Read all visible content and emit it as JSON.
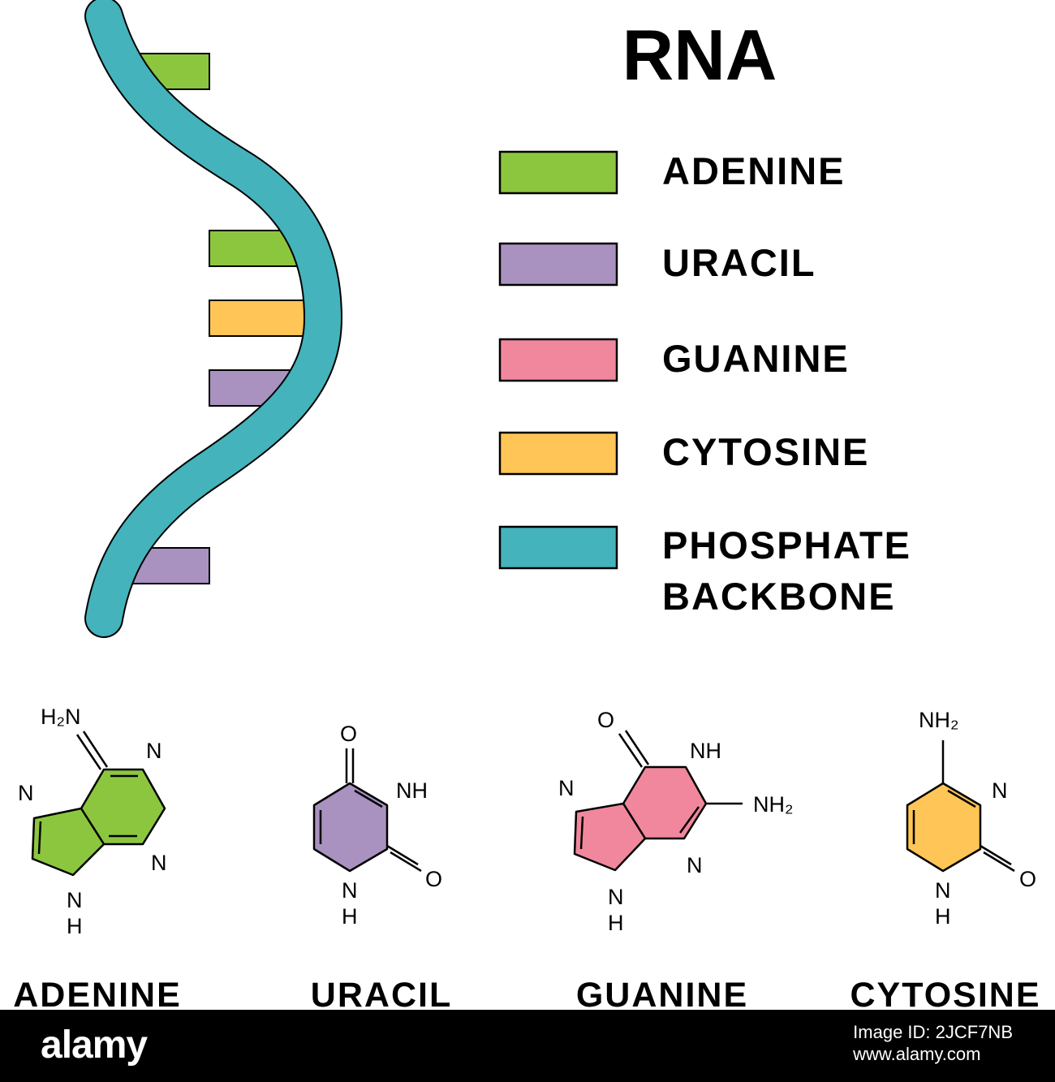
{
  "title": "RNA",
  "colors": {
    "adenine": "#8cc63f",
    "uracil": "#a992c0",
    "guanine": "#f0879d",
    "cytosine": "#ffc556",
    "phosphate_backbone": "#44b3bb",
    "outline": "#000000"
  },
  "legend": [
    {
      "label": "ADENINE",
      "color": "#8cc63f"
    },
    {
      "label": "URACIL",
      "color": "#a992c0"
    },
    {
      "label": "GUANINE",
      "color": "#f0879d"
    },
    {
      "label": "CYTOSINE",
      "color": "#ffc556"
    },
    {
      "label_line1": "PHOSPHATE",
      "label_line2": "BACKBONE",
      "color": "#44b3bb"
    }
  ],
  "molecules": {
    "adenine": {
      "name": "ADENINE",
      "atoms": {
        "h2n": "H₂N",
        "n_top": "N",
        "n_left": "N",
        "n_right": "N",
        "nh_n": "N",
        "nh_h": "H"
      }
    },
    "uracil": {
      "name": "URACIL",
      "atoms": {
        "o_top": "O",
        "nh": "NH",
        "o_right": "O",
        "nh_n": "N",
        "nh_h": "H"
      }
    },
    "guanine": {
      "name": "GUANINE",
      "atoms": {
        "o_top": "O",
        "nh": "NH",
        "nh2": "NH₂",
        "n_left": "N",
        "n_right": "N",
        "nh_n": "N",
        "nh_h": "H"
      }
    },
    "cytosine": {
      "name": "CYTOSINE",
      "atoms": {
        "nh2": "NH₂",
        "n": "N",
        "o": "O",
        "nh_n": "N",
        "nh_h": "H"
      }
    }
  },
  "footer": {
    "brand": "alamy",
    "image_id": "Image ID: 2JCF7NB",
    "site": "www.alamy.com"
  }
}
